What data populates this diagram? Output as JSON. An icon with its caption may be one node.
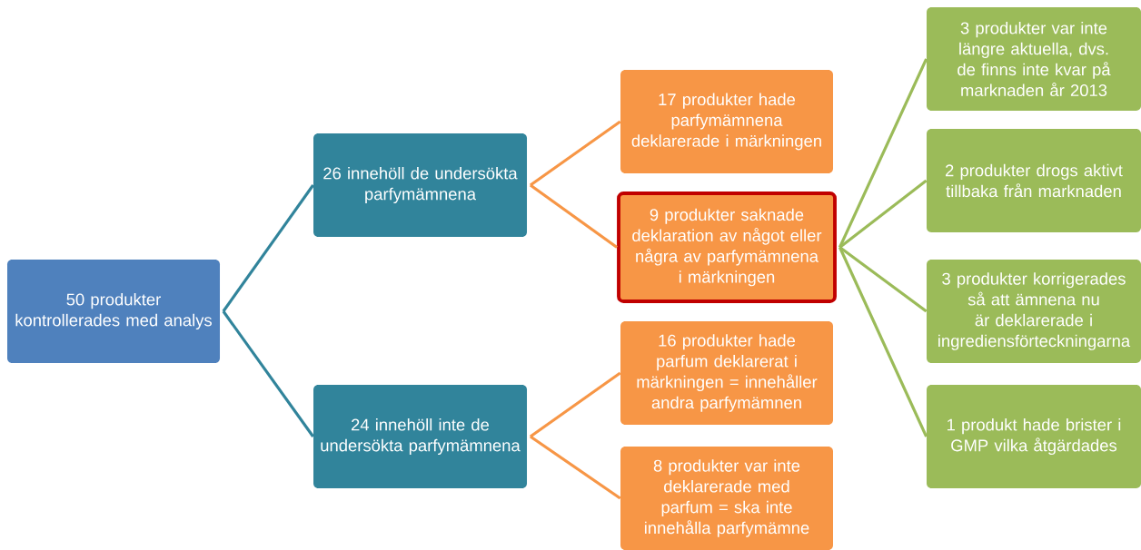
{
  "diagram": {
    "nodes": [
      {
        "text": [
          "50 produkter kontrollerades med analys"
        ]
      },
      {
        "text": [
          "26 innehöll de undersökta parfymämnena"
        ]
      },
      {
        "text": [
          "24 innehöll inte de undersökta parfymämnena"
        ]
      },
      {
        "text": [
          "17 produkter hade parfymämnena deklarerade i märkningen"
        ]
      },
      {
        "text": [
          "9 produkter saknade deklaration av något eller några av parfymämnena i märkningen"
        ]
      },
      {
        "text": [
          "16 produkter hade parfum deklarerat i märkningen = innehåller andra parfymämnen"
        ]
      },
      {
        "text": [
          "8 produkter var inte deklarerade med parfum = ska inte innehålla parfymämne"
        ]
      },
      {
        "text": [
          "3 produkter var inte längre aktuella, dvs. de finns inte kvar på marknaden år 2013"
        ]
      },
      {
        "text": [
          "2 produkter drogs aktivt tillbaka från marknaden"
        ]
      },
      {
        "text": [
          "3 produkter korrigerades så att ämnena nu är deklarerade i ingrediensförteckningarna"
        ]
      },
      {
        "text": [
          "1 produkt hade brister i GMP vilka åtgärdades"
        ]
      }
    ],
    "edges": [
      {
        "from": 0,
        "to": 1,
        "arrow": "none",
        "color": "#31849b"
      },
      {
        "from": 0,
        "to": 2,
        "arrow": "none",
        "color": "#31849b"
      },
      {
        "from": 1,
        "to": 3,
        "arrow": "none",
        "color": "#f79646"
      },
      {
        "from": 1,
        "to": 4,
        "arrow": "none",
        "color": "#f79646"
      },
      {
        "from": 2,
        "to": 5,
        "arrow": "none",
        "color": "#f79646"
      },
      {
        "from": 2,
        "to": 6,
        "arrow": "none",
        "color": "#f79646"
      },
      {
        "from": 4,
        "to": 7,
        "arrow": "none",
        "color": "#9bbb59"
      },
      {
        "from": 4,
        "to": 8,
        "arrow": "none",
        "color": "#9bbb59"
      },
      {
        "from": 4,
        "to": 9,
        "arrow": "none",
        "color": "#9bbb59"
      },
      {
        "from": 4,
        "to": 10,
        "arrow": "none",
        "color": "#9bbb59"
      }
    ]
  }
}
